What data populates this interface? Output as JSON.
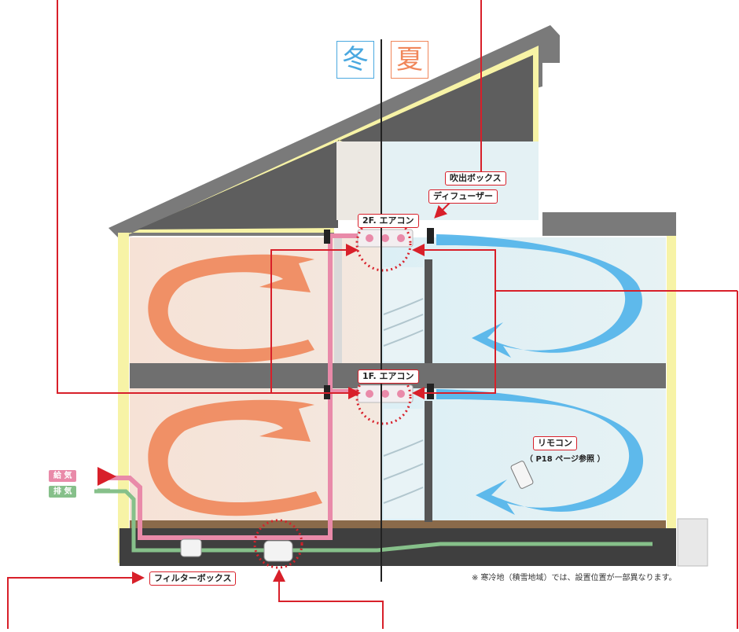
{
  "seasons": {
    "winter": "冬",
    "summer": "夏"
  },
  "labels": {
    "outlet_box": "吹出ボックス",
    "diffuser": "ディフューザー",
    "ac_2f": "2F. エアコン",
    "ac_1f": "1F. エアコン",
    "remote": "リモコン",
    "remote_ref": "（ P18 ページ参照 ）",
    "filter_box": "フィルターボックス",
    "supply": "給 気",
    "exhaust": "排 気"
  },
  "note": "※ 寒冷地（積雪地域）では、設置位置が一部異なります。",
  "colors": {
    "warm_air": "#f0865a",
    "cool_air": "#4fb3ea",
    "leader_line": "#d8202a",
    "supply_duct": "#e98aa9",
    "exhaust_duct": "#86c08a",
    "roof": "#7a7a7a",
    "insulation": "#f7f3a6"
  }
}
